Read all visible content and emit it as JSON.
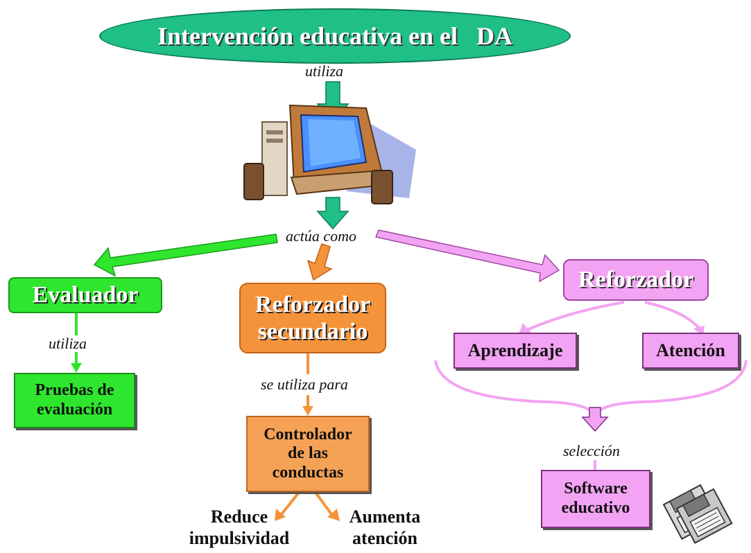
{
  "title": "Intervención educativa en el   DA",
  "labels": {
    "utiliza_top": "utiliza",
    "actua_como": "actúa como",
    "utiliza_left": "utiliza",
    "se_utiliza_para": "se utiliza para",
    "seleccion": "selección"
  },
  "nodes": {
    "evaluador": "Evaluador",
    "pruebas_line1": "Pruebas de",
    "pruebas_line2": "evaluación",
    "ref_sec_line1": "Reforzador",
    "ref_sec_line2": "secundario",
    "controlador_line1": "Controlador",
    "controlador_line2": "de las",
    "controlador_line3": "conductas",
    "reduce_line1": "Reduce",
    "reduce_line2": "impulsividad",
    "aumenta_line1": "Aumenta",
    "aumenta_line2": "atención",
    "reforzador": "Reforzador",
    "aprendizaje": "Aprendizaje",
    "atencion": "Atención",
    "software_line1": "Software",
    "software_line2": "educativo"
  },
  "colors": {
    "title_fill": "#1fbf86",
    "green": "#2ee62e",
    "orange": "#f5933a",
    "pink": "#f3a3f3",
    "teal_arrow": "#1fbf86"
  },
  "icons": [
    "computer-icon",
    "floppy-disks-icon"
  ]
}
